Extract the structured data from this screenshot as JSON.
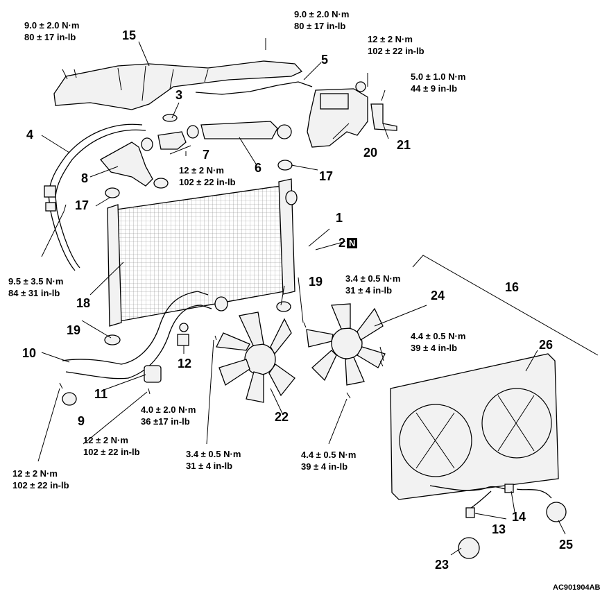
{
  "diagram": {
    "image_code": "AC901904AB",
    "part_numbers": [
      "1",
      "2",
      "3",
      "4",
      "5",
      "6",
      "7",
      "8",
      "9",
      "10",
      "11",
      "12",
      "13",
      "14",
      "15",
      "16",
      "17",
      "17",
      "18",
      "19",
      "19",
      "20",
      "21",
      "22",
      "23",
      "24",
      "25",
      "26"
    ],
    "new_part_badge": "N",
    "torque_specs": [
      {
        "nm": "9.0 ± 2.0 N·m",
        "inlb": "80 ± 17 in-lb"
      },
      {
        "nm": "9.0 ± 2.0 N·m",
        "inlb": "80 ± 17 in-lb"
      },
      {
        "nm": "12 ± 2 N·m",
        "inlb": "102 ± 22 in-lb"
      },
      {
        "nm": "5.0 ± 1.0 N·m",
        "inlb": "44 ± 9 in-lb"
      },
      {
        "nm": "12 ± 2 N·m",
        "inlb": "102 ± 22 in-lb"
      },
      {
        "nm": "9.5 ± 3.5 N·m",
        "inlb": "84 ± 31 in-lb"
      },
      {
        "nm": "3.4 ± 0.5 N·m",
        "inlb": "31 ± 4 in-lb"
      },
      {
        "nm": "4.4 ± 0.5 N·m",
        "inlb": "39 ± 4 in-lb"
      },
      {
        "nm": "4.0 ± 2.0 N·m",
        "inlb": "36 ±17 in-lb"
      },
      {
        "nm": "12 ± 2 N·m",
        "inlb": "102 ± 22 in-lb"
      },
      {
        "nm": "3.4 ± 0.5 N·m",
        "inlb": "31 ± 4 in-lb"
      },
      {
        "nm": "4.4 ± 0.5 N·m",
        "inlb": "39 ± 4 in-lb"
      },
      {
        "nm": "12 ± 2 N·m",
        "inlb": "102 ± 22 in-lb"
      }
    ]
  }
}
